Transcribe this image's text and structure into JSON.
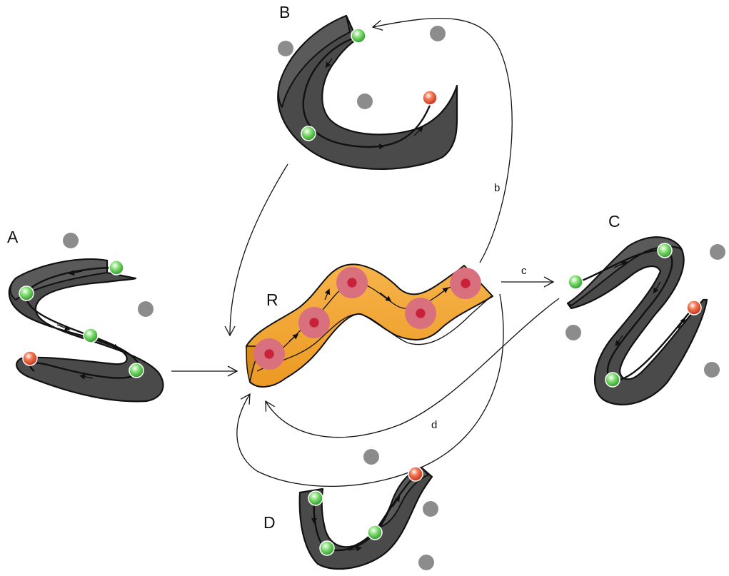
{
  "labels": {
    "A": "A",
    "B": "B",
    "C": "C",
    "D": "D",
    "R": "R",
    "b": "b",
    "c": "c",
    "d": "d"
  },
  "colors": {
    "ribbon": "#4a4a4a",
    "reference_ribbon": "#f2a93b",
    "green_node": "#4cc24a",
    "red_node": "#e2472b",
    "reference_node": "#d9707e",
    "obstacle": "#8c8c8c"
  }
}
